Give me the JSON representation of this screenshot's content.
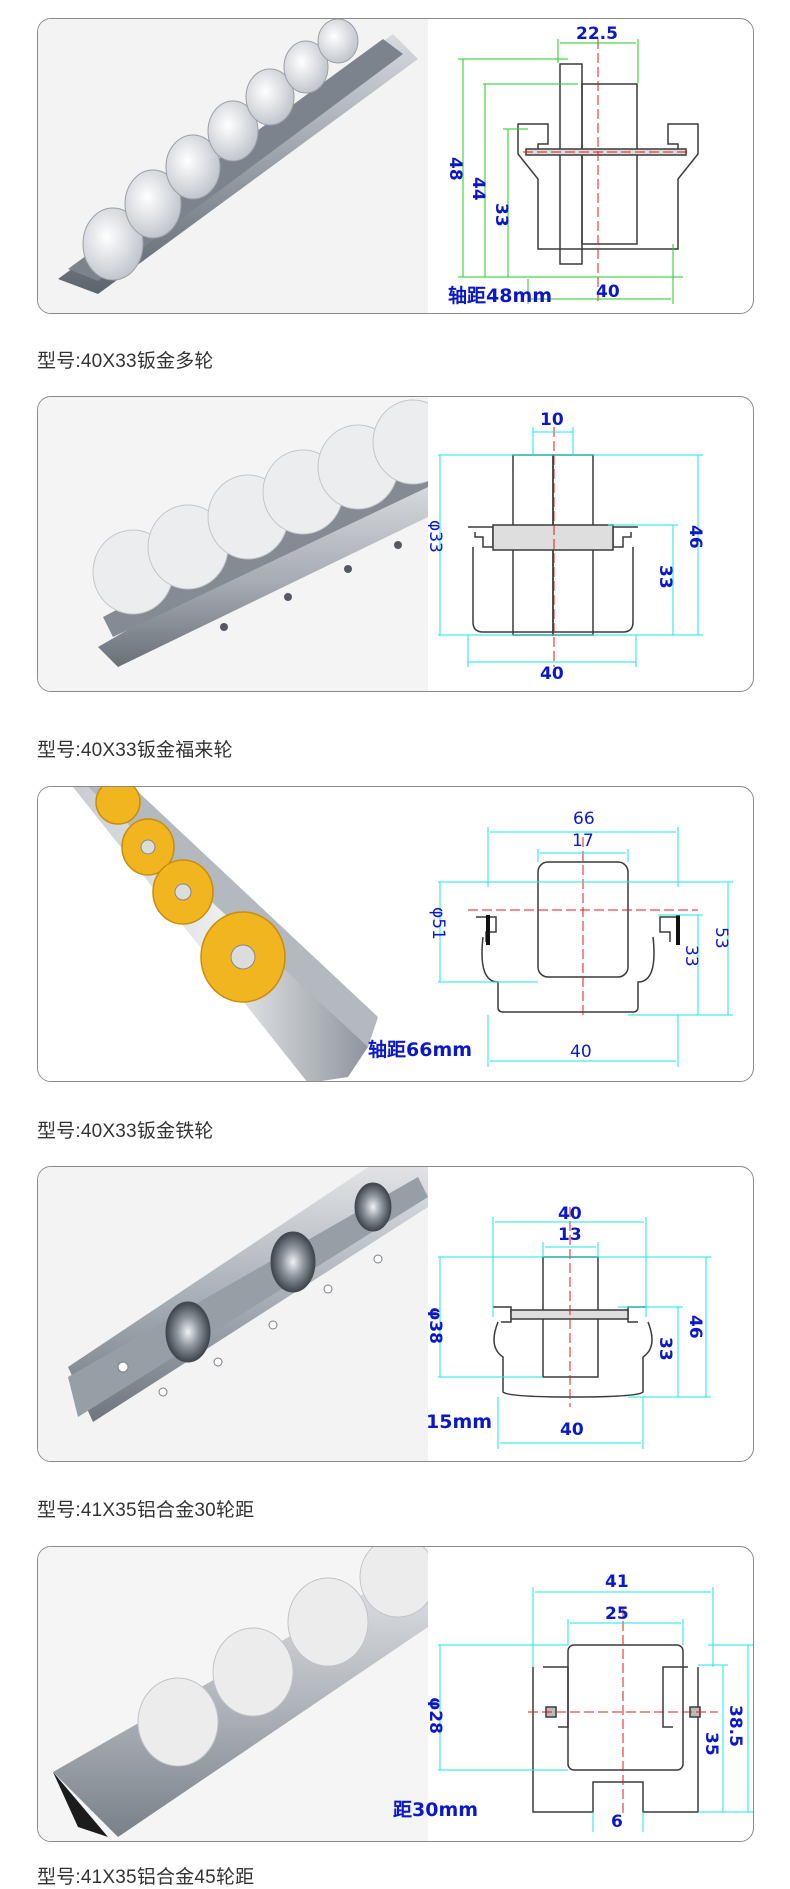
{
  "products": [
    {
      "caption": "型号:40X33钣金多轮",
      "roller_style": "white-multi",
      "dims": {
        "top": "22.5",
        "left_a": "48",
        "left_b": "44",
        "left_c": "33",
        "bottom": "40"
      },
      "pitch_label": "轴距48mm"
    },
    {
      "caption": "型号:40X33钣金福来轮",
      "roller_style": "white-flywheel",
      "dims": {
        "top": "10",
        "dia": "φ33",
        "right_a": "33",
        "right_b": "46",
        "bottom": "40"
      }
    },
    {
      "caption": "型号:40X33钣金铁轮",
      "roller_style": "yellow-wheel",
      "dims": {
        "top_a": "66",
        "top_b": "17",
        "dia": "φ51",
        "right_a": "33",
        "right_b": "53",
        "bottom": "40"
      },
      "pitch_label": "轴距66mm"
    },
    {
      "caption": "型号:41X35铝合金30轮距",
      "roller_style": "steel-bearing",
      "dims": {
        "top_a": "40",
        "top_b": "13",
        "dia": "φ38",
        "right_a": "33",
        "right_b": "46",
        "bottom": "40"
      },
      "pitch_label": "15mm"
    },
    {
      "caption": "型号:41X35铝合金45轮距",
      "roller_style": "white-drum",
      "dims": {
        "top_a": "41",
        "top_b": "25",
        "dia": "φ28",
        "right_a": "35",
        "right_b": "38.5",
        "bottom": "6"
      },
      "pitch_label": "距30mm"
    }
  ],
  "colors": {
    "dimension": "#0b18c9",
    "extension": "#19e6e6",
    "green_dim": "#22cc22",
    "center": "#e01b1b",
    "profile": "#3a3a3a"
  }
}
